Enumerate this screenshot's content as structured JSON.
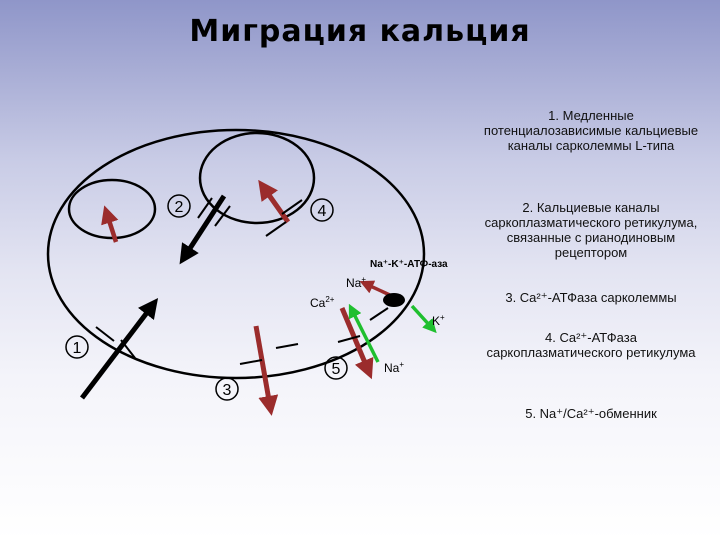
{
  "title": "Миграция кальция",
  "labels": {
    "num1": "1",
    "num2": "2",
    "num3": "3",
    "num4": "4",
    "num5": "5",
    "na_k_atpase": "Na⁺-K⁺-АТФ-аза",
    "na_top": "Na",
    "na_top_sup": "+",
    "ca": "Ca",
    "ca_sup": "2+",
    "k": "K",
    "k_sup": "+",
    "na_bottom": "Na",
    "na_bottom_sup": "+"
  },
  "legend": {
    "item1": "1. Медленные потенциалозависимые кальциевые каналы сарколеммы L-типа",
    "item2": "2. Кальциевые каналы саркоплазматического ретикулума, связанные с рианодиновым рецептором",
    "item3": "3. Ca²⁺-АТФаза сарколеммы",
    "item4": "4. Ca²⁺-АТФаза саркоплазматического ретикулума",
    "item5": "5. Na⁺/Ca²⁺-обменник"
  },
  "colors": {
    "dark_red": "#9b2c2c",
    "green": "#1fbf2f",
    "black": "#000000"
  }
}
